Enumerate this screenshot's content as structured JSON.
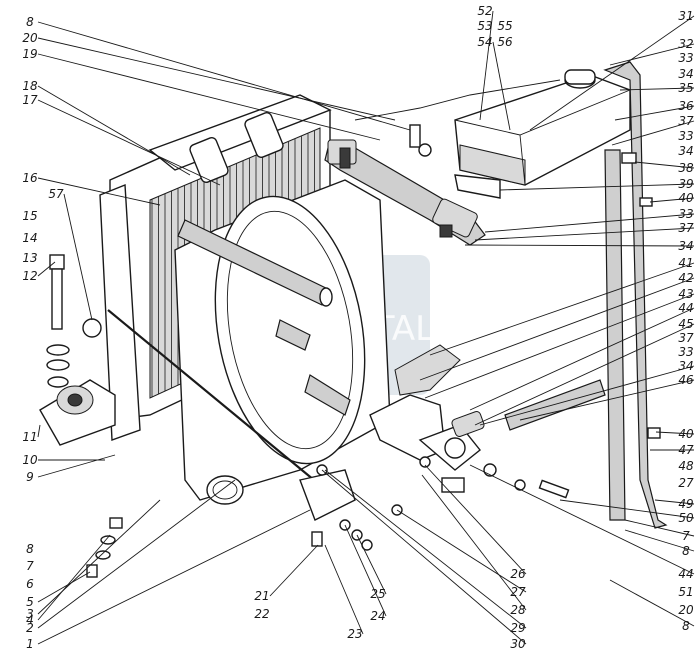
{
  "callouts_left": [
    "8",
    "20",
    "19",
    "18",
    "17",
    "16",
    "57",
    "15",
    "14",
    "13",
    "12",
    "11",
    "10",
    "9",
    "8",
    "7",
    "6",
    "5",
    "4",
    "3",
    "2",
    "1"
  ],
  "callouts_top": [
    "52",
    "53",
    "54",
    "55",
    "56",
    "31"
  ],
  "callouts_right": [
    "32",
    "33",
    "34",
    "35",
    "36",
    "37",
    "33",
    "34",
    "38",
    "39",
    "40",
    "33",
    "37",
    "34",
    "41",
    "42",
    "43",
    "44",
    "45",
    "37",
    "33",
    "34",
    "46",
    "40",
    "47",
    "48",
    "27",
    "49",
    "50",
    "7",
    "8",
    "44",
    "51",
    "20",
    "8"
  ],
  "callouts_bottom": [
    "21",
    "22",
    "23",
    "24",
    "25",
    "26",
    "27",
    "28",
    "29",
    "30"
  ],
  "watermark": "ANTAL"
}
